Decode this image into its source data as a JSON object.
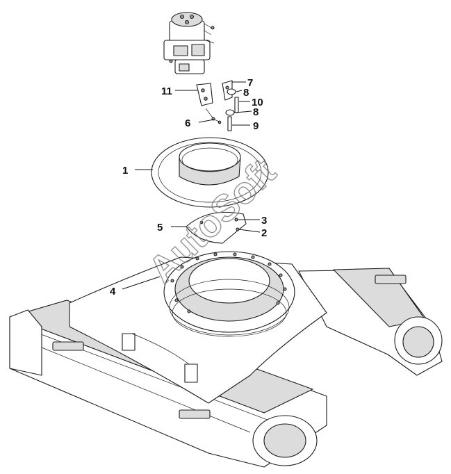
{
  "callouts": [
    {
      "id": "c1",
      "label": "1"
    },
    {
      "id": "c2",
      "label": "2"
    },
    {
      "id": "c3",
      "label": "3"
    },
    {
      "id": "c4",
      "label": "4"
    },
    {
      "id": "c5",
      "label": "5"
    },
    {
      "id": "c6",
      "label": "6"
    },
    {
      "id": "c7",
      "label": "7"
    },
    {
      "id": "c8a",
      "label": "8"
    },
    {
      "id": "c8b",
      "label": "8"
    },
    {
      "id": "c9",
      "label": "9"
    },
    {
      "id": "c10",
      "label": "10"
    },
    {
      "id": "c11",
      "label": "11"
    }
  ],
  "watermark": {
    "text": "AutoSoft"
  }
}
